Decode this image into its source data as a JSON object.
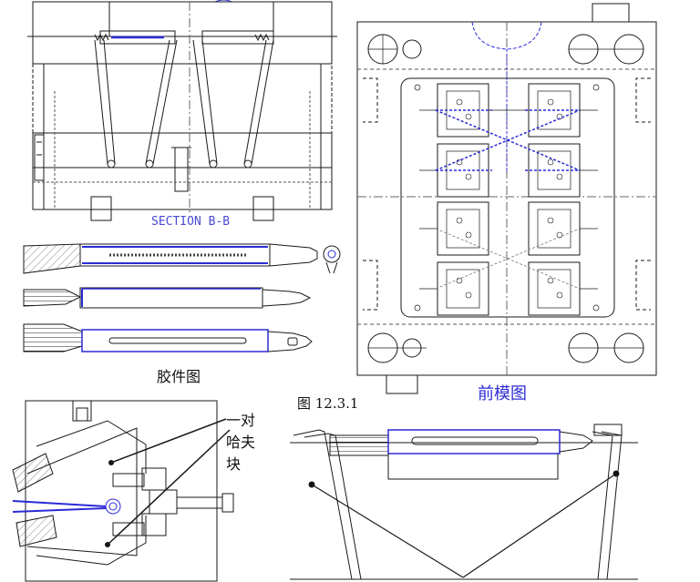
{
  "captions": {
    "section_label": "SECTION B-B",
    "part_drawing": "胶件图",
    "figure_number": "图 12.3.1",
    "front_mold": "前模图",
    "slider_pair": "一对哈夫块"
  },
  "colors": {
    "line": "#1a1a1a",
    "accent": "#2b2bd6",
    "dashed": "#555555"
  }
}
